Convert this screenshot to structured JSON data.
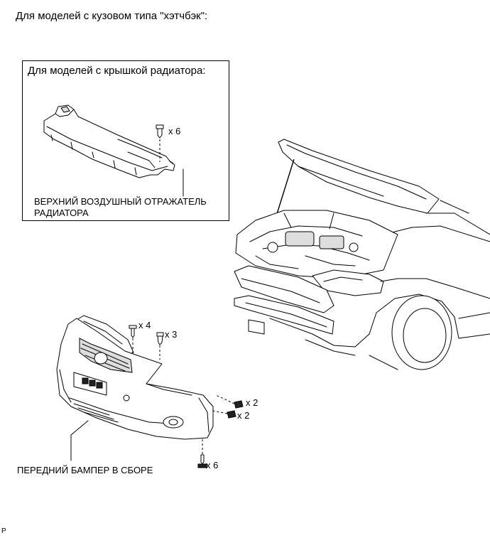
{
  "title": "Для моделей с кузовом типа \"хэтчбэк\":",
  "inset": {
    "title": "Для моделей с крышкой радиатора:",
    "part_label_line1": "ВЕРХНИЙ ВОЗДУШНЫЙ ОТРАЖАТЕЛЬ",
    "part_label_line2": "РАДИАТОРА",
    "fastener_qty": "x 6"
  },
  "bumper": {
    "part_label": "ПЕРЕДНИЙ БАМПЕР В СБОРЕ",
    "qty_top_bolt": "x 4",
    "qty_top_clip": "x 3",
    "qty_side_screw": "x 2",
    "qty_side_clip": "x 2",
    "qty_bottom_bolt": "x 6"
  },
  "footer_code": "P"
}
